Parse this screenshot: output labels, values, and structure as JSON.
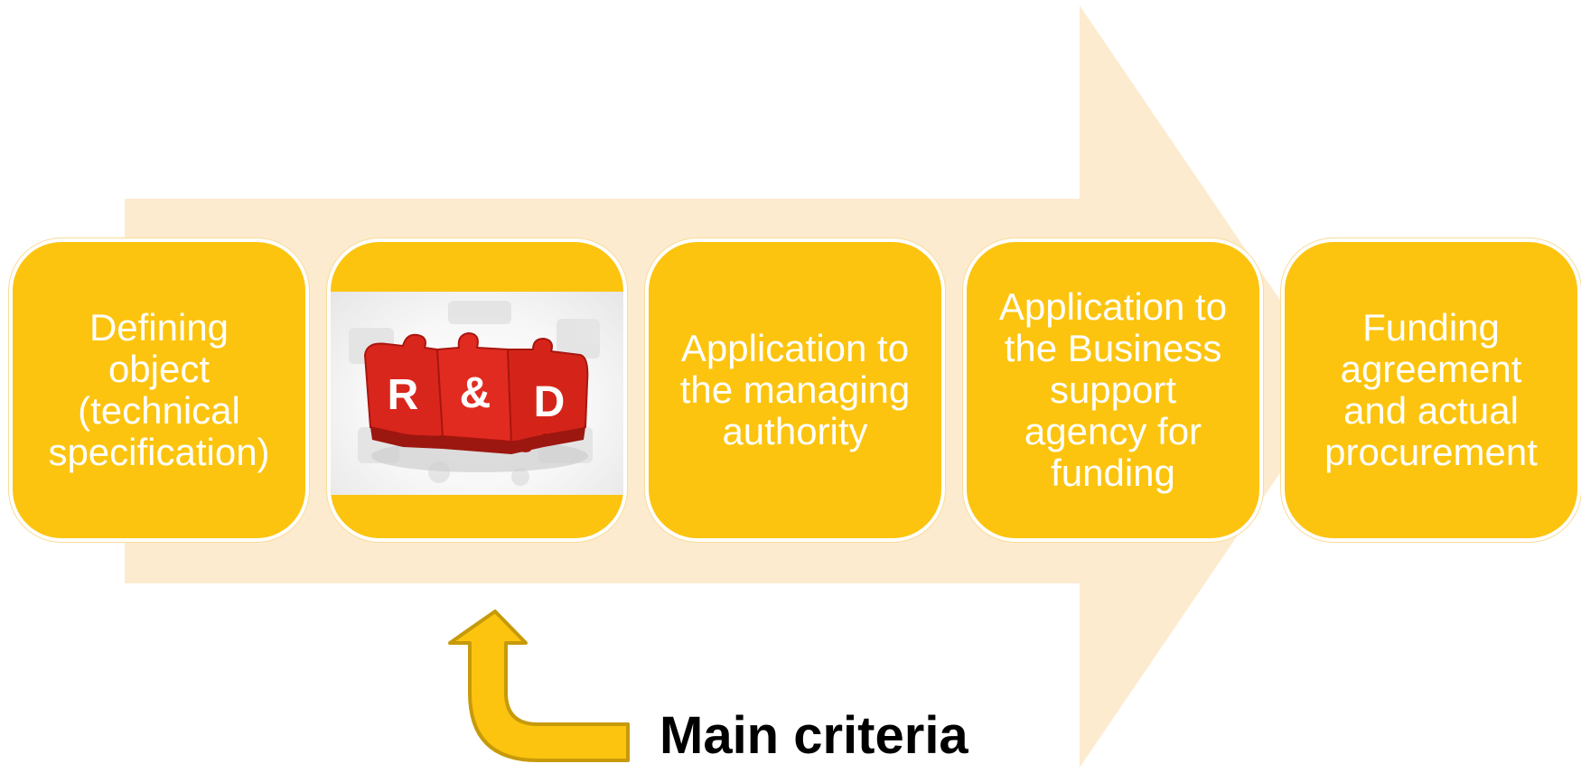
{
  "diagram": {
    "steps": [
      {
        "id": "step-1",
        "label": "Defining\nobject\n(technical\nspecification)"
      },
      {
        "id": "step-2",
        "label": "",
        "image": "rd-puzzle-image",
        "image_text": [
          "R",
          "&",
          "D"
        ]
      },
      {
        "id": "step-3",
        "label": "Application to\nthe managing\nauthority"
      },
      {
        "id": "step-4",
        "label": "Application to\nthe Business\nsupport\nagency for\nfunding"
      },
      {
        "id": "step-5",
        "label": "Funding\nagreement\nand actual\nprocurement"
      }
    ],
    "callout": {
      "label": "Main criteria",
      "points_to": "step-2"
    },
    "colors": {
      "box_fill": "#fcc40f",
      "box_text": "#ffffff",
      "background_arrow": "#fdebcf",
      "puzzle_red": "#d9261c",
      "callout_arrow_fill": "#fcc40f",
      "callout_arrow_stroke": "#c79a0a"
    }
  }
}
